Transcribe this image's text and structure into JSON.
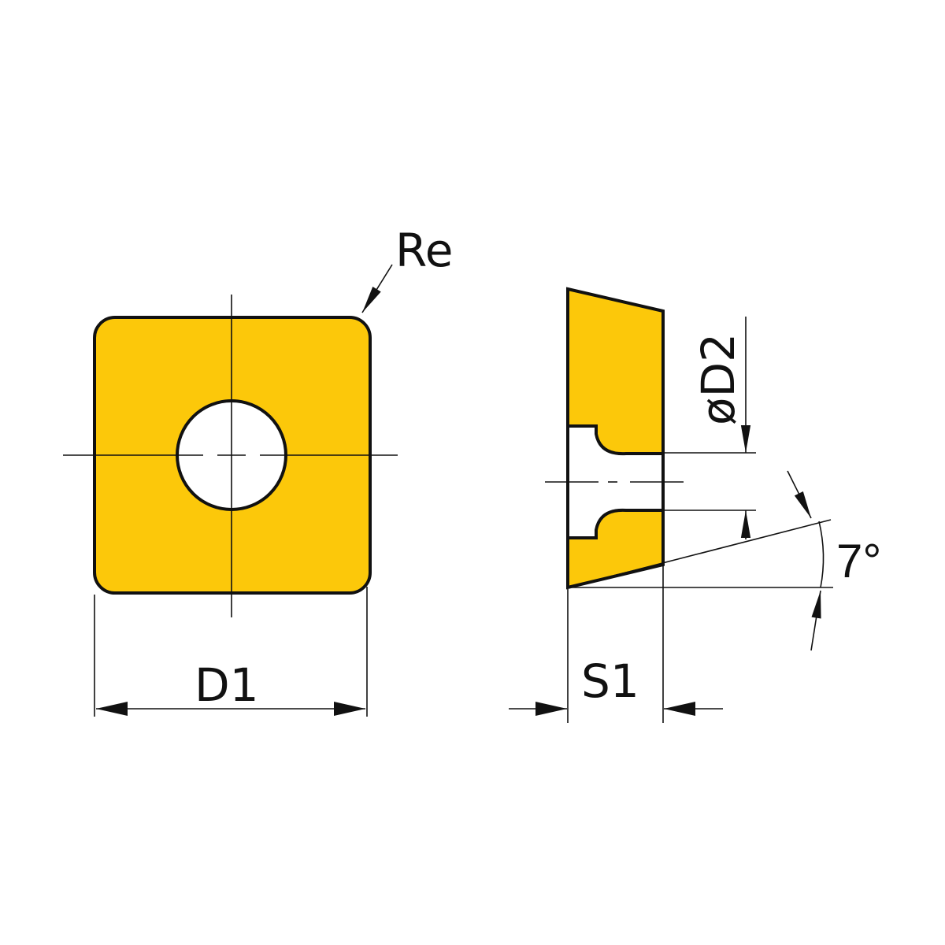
{
  "diagram": {
    "subject": "square indexable cutting insert",
    "colors": {
      "insert_fill": "#FCC80A",
      "outline": "#111111",
      "background": "#FFFFFF",
      "hole": "#FFFFFF"
    },
    "views": {
      "top_view": {
        "labels": {
          "corner_radius": "Re",
          "width": "D1"
        }
      },
      "side_view": {
        "labels": {
          "hole_diameter": "øD2",
          "thickness": "S1",
          "clearance_angle": "7°"
        }
      }
    }
  }
}
